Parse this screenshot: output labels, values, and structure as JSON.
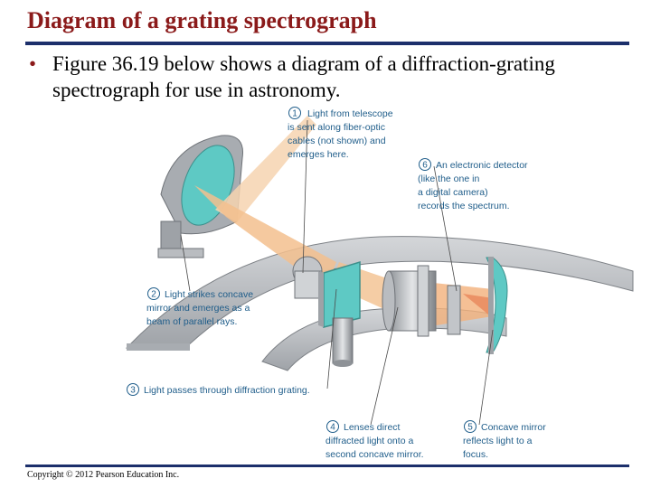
{
  "slide": {
    "title": "Diagram of a grating spectrograph",
    "bullet": "Figure 36.19 below shows a diagram of a diffraction-grating spectrograph for use in astronomy.",
    "copyright": "Copyright © 2012 Pearson Education Inc."
  },
  "callouts": [
    {
      "num": "1",
      "lines": [
        "Light from telescope",
        "is sent along fiber-optic",
        "cables (not shown) and",
        "emerges here."
      ]
    },
    {
      "num": "2",
      "lines": [
        "Light strikes concave",
        "mirror and emerges as a",
        "beam of parallel rays."
      ]
    },
    {
      "num": "3",
      "lines": [
        "Light passes through diffraction grating."
      ]
    },
    {
      "num": "4",
      "lines": [
        "Lenses direct",
        "diffracted light onto a",
        "second concave mirror."
      ]
    },
    {
      "num": "5",
      "lines": [
        "Concave mirror",
        "reflects light to a",
        "focus."
      ]
    },
    {
      "num": "6",
      "lines": [
        "An electronic detector",
        "(like the one in",
        "a digital camera)",
        "records the spectrum."
      ]
    }
  ],
  "colors": {
    "accent_title": "#8b1a1a",
    "rule": "#1c2f6b",
    "callout": "#1f5d8a",
    "beam": "#f3c08e",
    "glass": "#5ec9c4",
    "frame": "#b9bcc0"
  }
}
